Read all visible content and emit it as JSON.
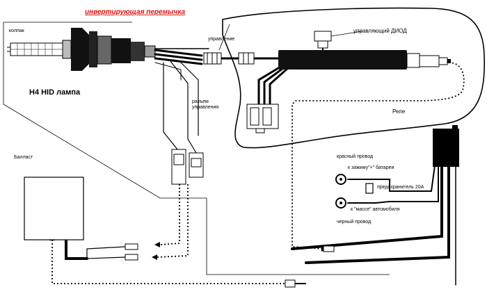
{
  "labels": {
    "bridge": "инвертирующая перемычка",
    "cap": "колпак",
    "control": "управление",
    "control_diode": "управляющий ДИОД",
    "lamp": "H4 HID лампа",
    "control_connector": "разъем управления",
    "relay": "Реле",
    "ballast": "Балласт",
    "red_wire": "красный провод",
    "to_battery": "к зажиму\"+\" батареи",
    "fuse": "предохранитель 20А",
    "to_ground": "к \"массе\" автомобиля",
    "black_wire": "черный провод"
  },
  "colors": {
    "accent": "#dd1111",
    "line": "#000000"
  }
}
